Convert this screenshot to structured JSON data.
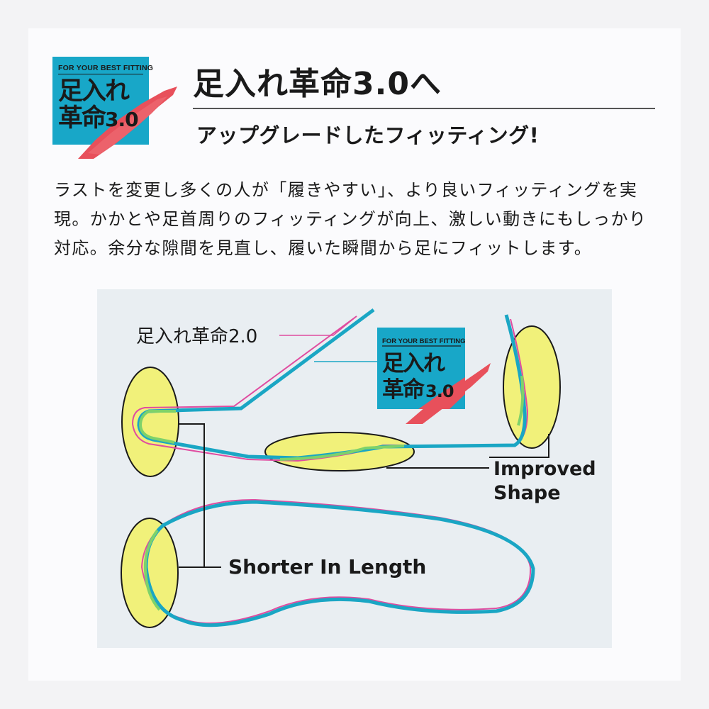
{
  "logo": {
    "tagline": "FOR YOUR BEST FITTING",
    "line1": "足入れ",
    "line2_main": "革命",
    "line2_version": "3.0",
    "bg_color": "#18a7c8",
    "brush_color": "#e8505b"
  },
  "header": {
    "title": "足入れ革命3.0へ",
    "subtitle": "アップグレードしたフィッティング!"
  },
  "description": "ラストを変更し多くの人が「履きやすい」、より良いフィッティングを実現。かかとや足首周りのフィッティングが向上、激しい動きにもしっかり対応。余分な隙間を見直し、履いた瞬間から足にフィットします。",
  "diagram": {
    "legacy_label": "足入れ革命2.0",
    "improved_label_line1": "Improved",
    "improved_label_line2": "Shape",
    "shorter_label": "Shorter In Length",
    "colors": {
      "new_outline": "#1aa6c4",
      "old_outline": "#e04ca0",
      "fit_line": "#7ed26a",
      "highlight": "#f1f17a",
      "panel_bg": "#e9eef2"
    }
  }
}
